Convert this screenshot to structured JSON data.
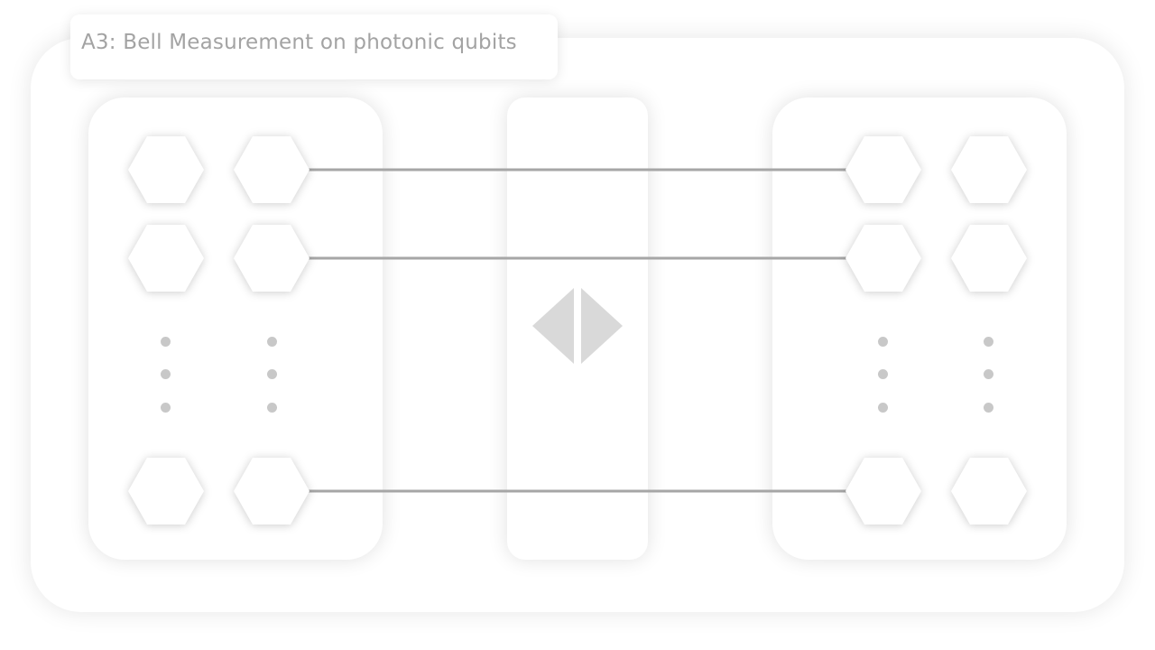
{
  "title": "A3: Bell Measurement on photonic qubits",
  "colors": {
    "link_line": "#a6a6a6",
    "dots": "#c8c8c8",
    "measurement_icon": "#d9d9d9",
    "title_text": "#a3a3a3"
  },
  "icons": {
    "qubit": "hexagon",
    "ellipsis": "vertical-dots",
    "measurement": "split-diamond"
  }
}
